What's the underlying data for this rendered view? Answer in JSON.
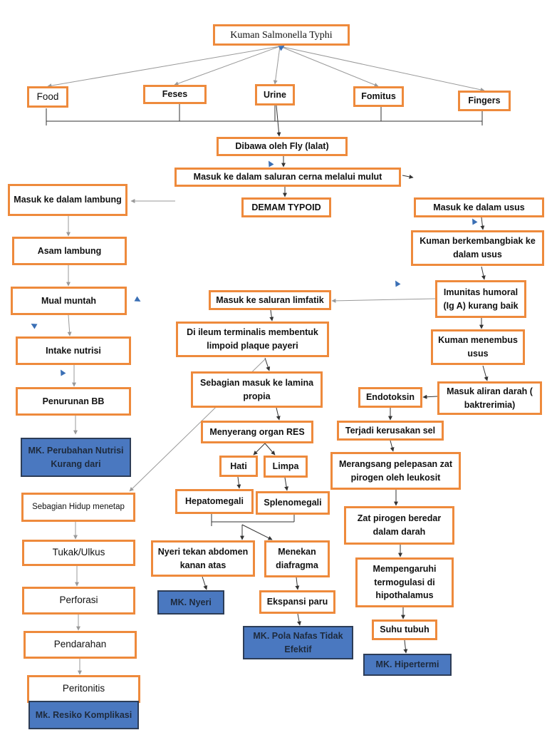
{
  "colors": {
    "node_border": "#ee8a3c",
    "mk_fill": "#4a78c0",
    "mk_border": "#2d3d57",
    "arrow": "#333333",
    "marker": "#3a6fb5"
  },
  "nodes": {
    "kuman": "Kuman Salmonella Typhi",
    "food": "Food",
    "feses": "Feses",
    "urine": "Urine",
    "fomitus": "Fomitus",
    "fingers": "Fingers",
    "dibawa": "Dibawa oleh Fly (lalat)",
    "masuk_saluran_cerna": "Masuk ke dalam saluran cerna melalui mulut",
    "demam_typoid": "DEMAM TYPOID",
    "masuk_lambung": "Masuk ke dalam lambung",
    "asam_lambung": "Asam lambung",
    "mual_muntah": "Mual muntah",
    "intake_nutrisi": "Intake nutrisi",
    "penurunan_bb": "Penurunan BB",
    "mk_nutrisi": "MK. Perubahan Nutrisi Kurang dari",
    "sebagian_hidup": "Sebagian Hidup menetap",
    "tukak_ulkus": "Tukak/Ulkus",
    "perforasi": "Perforasi",
    "pendarahan": "Pendarahan",
    "peritonitis": "Peritonitis",
    "mk_resiko": "Mk. Resiko Komplikasi",
    "masuk_usus": "Masuk ke dalam usus",
    "berkembangbiak": "Kuman berkembangbiak ke dalam usus",
    "imunitas": "Imunitas humoral (Ig A) kurang baik",
    "masuk_limfatik": "Masuk ke saluran limfatik",
    "ileum": "Di ileum terminalis membentuk limpoid plaque payeri",
    "lamina_propia": "Sebagian masuk ke lamina propia",
    "menyerang_res": "Menyerang organ RES",
    "hati": "Hati",
    "limpa": "Limpa",
    "hepatomegali": "Hepatomegali",
    "splenomegali": "Splenomegali",
    "nyeri_tekan": "Nyeri tekan abdomen kanan atas",
    "menekan_diafragma": "Menekan diafragma",
    "mk_nyeri": "MK. Nyeri",
    "ekspansi_paru": "Ekspansi paru",
    "mk_pola_nafas": "MK. Pola Nafas Tidak Efektif",
    "menembus_usus": "Kuman menembus usus",
    "aliran_darah": "Masuk aliran darah ( baktrerimia)",
    "endotoksin": "Endotoksin",
    "kerusakan_sel": "Terjadi kerusakan sel",
    "merangsang": "Merangsang pelepasan zat pirogen oleh leukosit",
    "zat_pirogen": "Zat pirogen beredar dalam darah",
    "mempengaruhi": "Mempengaruhi termogulasi di hipothalamus",
    "suhu_tubuh": "Suhu tubuh",
    "mk_hipertermi": "MK. Hipertermi"
  }
}
